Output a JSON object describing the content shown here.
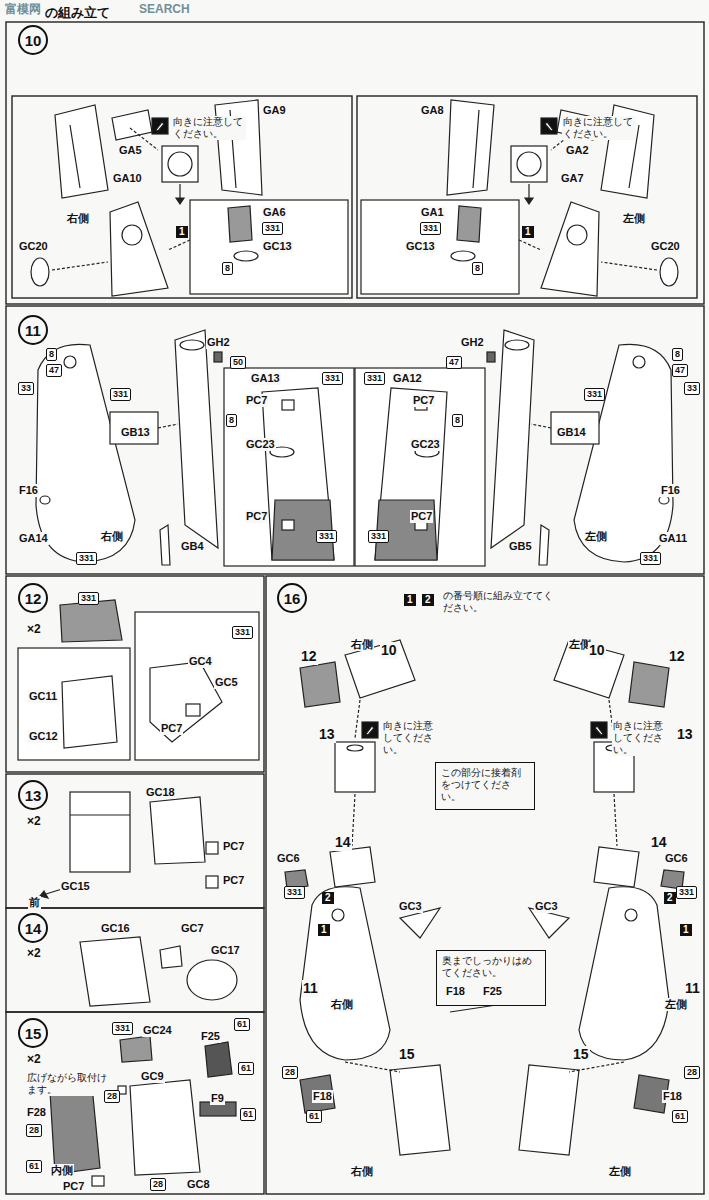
{
  "diagram": {
    "title": "の組み立て",
    "nodes": [
      {
        "text": [
          "10"
        ]
      },
      {
        "text": [
          "11"
        ]
      },
      {
        "text": [
          "12"
        ]
      },
      {
        "text": [
          "13"
        ]
      },
      {
        "text": [
          "14"
        ]
      },
      {
        "text": [
          "15"
        ]
      },
      {
        "text": [
          "16"
        ]
      },
      {
        "text": [
          "この部分に接着剤をつけてください。"
        ]
      },
      {
        "text": [
          "奥までしっかりはめてください。",
          "F18",
          "F25"
        ]
      }
    ],
    "labels": [
      "富模网",
      "SEARCH",
      "向きに注意してください。",
      "GA5",
      "GA9",
      "GA10",
      "右側",
      "GC20",
      "1",
      "GA6",
      "331",
      "GC13",
      "8",
      "GA8",
      "向きに注意してください。",
      "GA2",
      "GA7",
      "左側",
      "GC20",
      "GA1",
      "331",
      "GC13",
      "8",
      "1",
      "8",
      "47",
      "33",
      "331",
      "GH2",
      "50",
      "GA13",
      "331",
      "PC7",
      "8",
      "GC23",
      "PC7",
      "331",
      "GB13",
      "F16",
      "GA14",
      "331",
      "右側",
      "GB4",
      "GH2",
      "47",
      "331",
      "GA12",
      "PC7",
      "8",
      "GC23",
      "PC7",
      "331",
      "8",
      "47",
      "33",
      "331",
      "GB14",
      "F16",
      "GA11",
      "331",
      "左側",
      "GB5",
      "×2",
      "331",
      "331",
      "GC11",
      "GC12",
      "GC4",
      "GC5",
      "PC7",
      "×2",
      "GC18",
      "PC7",
      "PC7",
      "前",
      "GC15",
      "×2",
      "GC16",
      "GC7",
      "GC17",
      "×2",
      "広げながら取付けます。",
      "331",
      "GC24",
      "F25",
      "61",
      "F28",
      "28",
      "61",
      "内側",
      "PC7",
      "GC9",
      "28",
      "61",
      "F9",
      "61",
      "28",
      "GC8",
      "1",
      "2",
      "の番号順に組み立ててください。",
      "右側",
      "左側",
      "12",
      "10",
      "10",
      "12",
      "13",
      "向きに注意してください。",
      "13",
      "向きに注意してください。",
      "GC6",
      "331",
      "14",
      "2",
      "1",
      "GC3",
      "11",
      "右側",
      "GC6",
      "331",
      "14",
      "2",
      "1",
      "GC3",
      "11",
      "左側",
      "28",
      "F18",
      "61",
      "15",
      "15",
      "28",
      "F18",
      "61",
      "右側",
      "左側"
    ]
  }
}
